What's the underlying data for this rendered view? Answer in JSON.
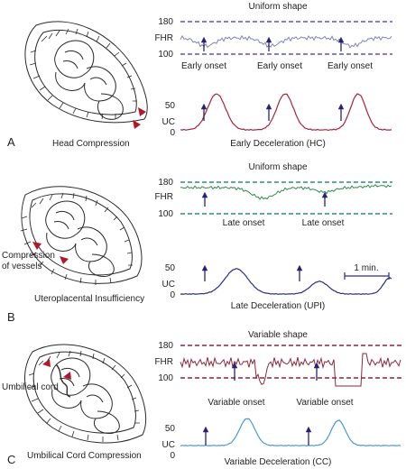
{
  "colors": {
    "panel_a_trace": "#7f83b8",
    "panel_a_uc": "#a8263c",
    "panel_a_line": "#5a54b8",
    "panel_b_trace": "#2f8a4e",
    "panel_b_uc": "#2a2d86",
    "panel_b_line": "#2f8f7a",
    "panel_c_trace": "#8a2a3a",
    "panel_c_uc": "#4a98d8",
    "panel_c_line": "#8a2a3a",
    "arrow": "#2a2270",
    "pressure_arrow": "#b0182a",
    "ink": "#2a2a2a"
  },
  "panels": [
    {
      "letter": "A",
      "caption": "Head Compression",
      "shape_label": "Uniform shape",
      "fhr_label": "FHR",
      "fhr_top": "180",
      "fhr_bottom": "100",
      "onset_labels": [
        "Early onset",
        "Early onset",
        "Early onset"
      ],
      "uc_label": "UC",
      "uc_top": "50",
      "uc_bottom": "0",
      "title": "Early Deceleration (HC)"
    },
    {
      "letter": "B",
      "caption": "Uteroplacental Insufficiency",
      "callout": "Compression\nof vessels",
      "shape_label": "Uniform shape",
      "fhr_label": "FHR",
      "fhr_top": "180",
      "fhr_bottom": "100",
      "onset_labels": [
        "Late onset",
        "Late onset"
      ],
      "uc_label": "UC",
      "uc_top": "50",
      "uc_bottom": "0",
      "scale_label": "1 min.",
      "title": "Late Deceleration (UPI)"
    },
    {
      "letter": "C",
      "caption": "Umbilical Cord Compression",
      "callout": "Umbilical cord",
      "shape_label": "Variable shape",
      "fhr_label": "FHR",
      "fhr_top": "180",
      "fhr_bottom": "100",
      "onset_labels": [
        "Variable onset",
        "Variable onset"
      ],
      "uc_label": "UC",
      "uc_top": "50",
      "uc_bottom": "0",
      "title": "Variable Deceleration (CC)"
    }
  ]
}
